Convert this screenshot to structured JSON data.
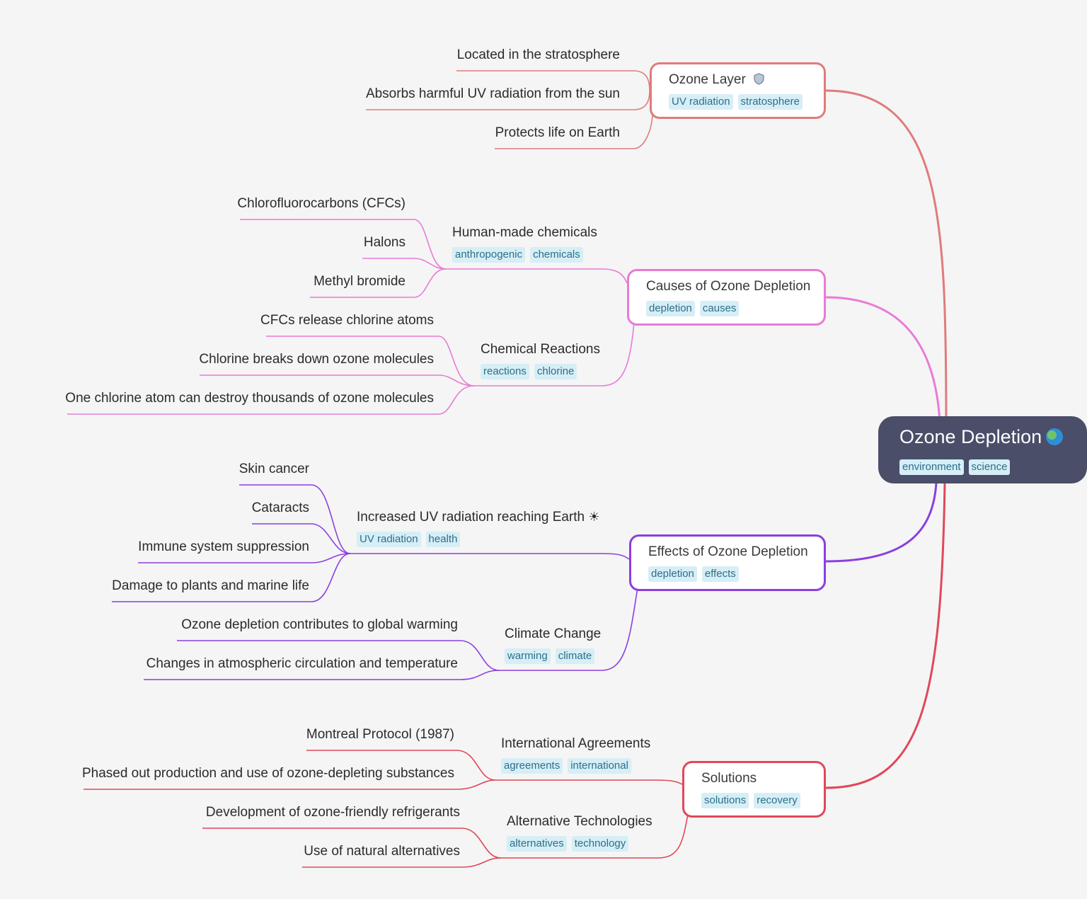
{
  "root": {
    "title": "Ozone Depletion",
    "icon": "globe-icon",
    "tags": [
      "environment",
      "science"
    ]
  },
  "branches": [
    {
      "title": "Ozone Layer",
      "icon": "shield-icon",
      "color": "#e07b7b",
      "tags": [
        "UV radiation",
        "stratosphere"
      ],
      "leaves": [
        "Located in the stratosphere",
        "Absorbs harmful UV radiation from the sun",
        "Protects life on Earth"
      ]
    },
    {
      "title": "Causes of Ozone Depletion",
      "color": "#e87bd6",
      "tags": [
        "depletion",
        "causes"
      ],
      "groups": [
        {
          "title": "Human-made chemicals",
          "tags": [
            "anthropogenic",
            "chemicals"
          ],
          "leaves": [
            "Chlorofluorocarbons (CFCs)",
            "Halons",
            "Methyl bromide"
          ]
        },
        {
          "title": "Chemical Reactions",
          "tags": [
            "reactions",
            "chlorine"
          ],
          "leaves": [
            "CFCs release chlorine atoms",
            "Chlorine breaks down ozone molecules",
            "One chlorine atom can destroy thousands of ozone molecules"
          ]
        }
      ]
    },
    {
      "title": "Effects of Ozone Depletion",
      "color": "#8b3fe0",
      "tags": [
        "depletion",
        "effects"
      ],
      "groups": [
        {
          "title": "Increased UV radiation reaching Earth",
          "icon": "sun-icon",
          "tags": [
            "UV radiation",
            "health"
          ],
          "leaves": [
            "Skin cancer",
            "Cataracts",
            "Immune system suppression",
            "Damage to plants and marine life"
          ]
        },
        {
          "title": "Climate Change",
          "tags": [
            "warming",
            "climate"
          ],
          "leaves": [
            "Ozone depletion contributes to global warming",
            "Changes in atmospheric circulation and temperature"
          ]
        }
      ]
    },
    {
      "title": "Solutions",
      "color": "#e0485a",
      "tags": [
        "solutions",
        "recovery"
      ],
      "groups": [
        {
          "title": "International Agreements",
          "tags": [
            "agreements",
            "international"
          ],
          "leaves": [
            "Montreal Protocol (1987)",
            "Phased out production and use of ozone-depleting substances"
          ]
        },
        {
          "title": "Alternative Technologies",
          "tags": [
            "alternatives",
            "technology"
          ],
          "leaves": [
            "Development of ozone-friendly refrigerants",
            "Use of natural alternatives"
          ]
        }
      ]
    }
  ]
}
